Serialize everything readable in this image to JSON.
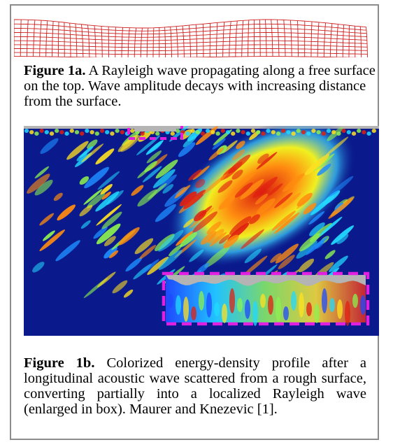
{
  "figure_1a": {
    "label": "Figure 1a.",
    "text": "A Rayleigh wave propagating along a free surface on the top. Wave amplitude decays with increasing distance from the surface."
  },
  "figure_1b": {
    "label": "Figure 1b.",
    "text": "Colorized energy-density profile after a longitudinal acoustic wave scattered from a rough surface, converting partially into a localized Rayleigh wave (enlarged in box). Maurer and Knezevic [1]."
  },
  "colors": {
    "grid_line": "#d02020",
    "background_field": "#0a1a8c",
    "highlight_box": "#e020e0",
    "surface_gray": "#b4b4b4"
  }
}
